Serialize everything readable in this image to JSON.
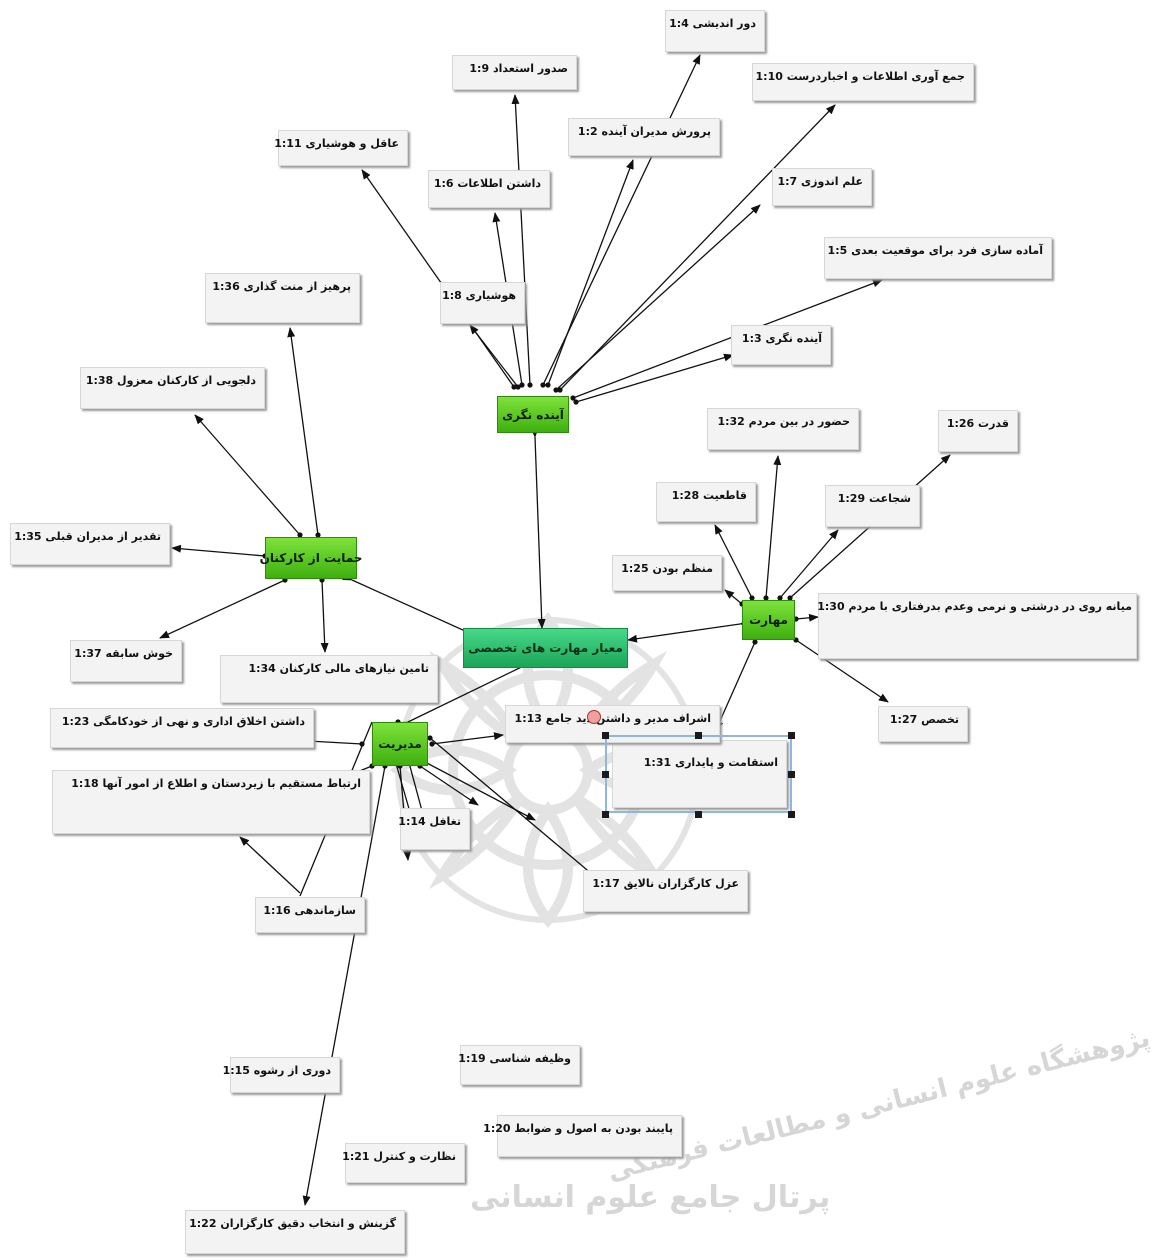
{
  "nodes": {
    "n14": "دور اندیشی 1:4",
    "n19": "صدور استعداد 1:9",
    "n110": "جمع آوری اطلاعات و اخباردرست 1:10",
    "n12": "پرورش مدیران آینده 1:2",
    "n111": "عاقل و هوشیاری 1:11",
    "n16": "داشتن اطلاعات 1:6",
    "n17": "علم اندوزی 1:7",
    "n15": "آماده سازی فرد برای موقعیت بعدی 1:5",
    "n136": "پرهیز از منت گذاری 1:36",
    "n18": "هوشیاری 1:8",
    "n13": "آینده نگری 1:3",
    "n138": "دلجویی از کارکنان معزول 1:38",
    "n132": "حضور در بین مردم 1:32",
    "n126": "قدرت 1:26",
    "n128": "قاطعیت 1:28",
    "n129": "شجاعت 1:29",
    "n135": "تقدیر از مدیران قبلی 1:35",
    "n125": "منظم بودن 1:25",
    "n130": "میانه روی در درشتی و نرمی وعدم بدرفتاری با مردم 1:30",
    "n137": "خوش سابقه 1:37",
    "n134": "تامین نیازهای مالی کارکنان 1:34",
    "n127": "تخصص 1:27",
    "n131": "استقامت و پایداری 1:31",
    "n118": "ارتباط مستقیم با زیردستان و اطلاع از امور آنها 1:18",
    "n114": "تغافل 1:14",
    "n117": "عزل کارگزاران نالایق 1:17",
    "n116": "سازماندهی 1:16",
    "n123": "داشتن اخلاق اداری و نهی از خودکامگی 1:23",
    "n113": "اشراف مدیر و داشتن دید جامع 1:13",
    "n119": "وظیفه شناسی 1:19",
    "n115": "دوری از رشوه 1:15",
    "n120": "پایبند بودن به اصول و ضوابط 1:20",
    "n121": "نظارت و کنترل 1:21",
    "n122": "گزینش و انتخاب دقیق کارگزاران 1:22"
  },
  "hubs": {
    "foresight": "آینده نگری",
    "support": "حمایت از کارکنان",
    "skill": "مهارت",
    "management": "مدیریت",
    "core": "معیار مهارت های تخصصی"
  },
  "watermark": {
    "line1": "پژوهشگاه علوم انسانی و مطالعات فرهنگی",
    "line2": "پرتال جامع علوم انسانی"
  }
}
